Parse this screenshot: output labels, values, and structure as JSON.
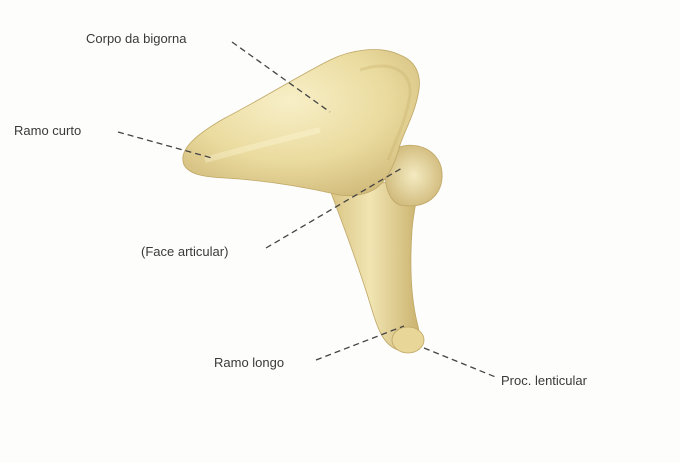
{
  "figure": {
    "labels": {
      "corpo": "Corpo da bigorna",
      "ramo_curto": "Ramo curto",
      "face_articular": "(Face articular)",
      "ramo_longo": "Ramo longo",
      "proc_lenticular": "Proc. lenticular"
    },
    "colors": {
      "background": "#fdfdfb",
      "bone_light": "#f3e8b8",
      "bone_mid": "#e7d698",
      "bone_dark": "#c9b36e",
      "leader_line": "#444444",
      "text": "#3a3a3a"
    }
  }
}
